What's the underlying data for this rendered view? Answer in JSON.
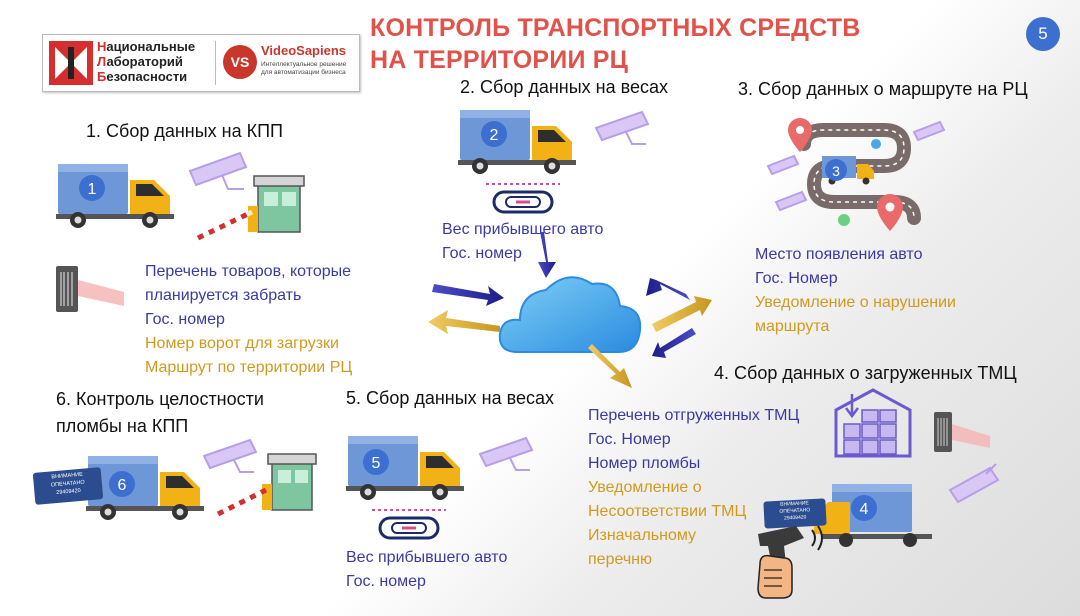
{
  "title": {
    "line1": "КОНТРОЛЬ ТРАНСПОРТНЫХ СРЕДСТВ",
    "line2": "НА ТЕРРИТОРИИ РЦ"
  },
  "slide_number": "5",
  "logo": {
    "nlb_lines": [
      "Национальные",
      "Лабораторий",
      "Безопасности"
    ],
    "nlb_initials": [
      "Н",
      "Л",
      "Б"
    ],
    "vs_mark": "VS",
    "vs_name": "VideoSapiens",
    "vs_tagline1": "Интеллектуальное решение",
    "vs_tagline2": "для автоматизации бизнеса"
  },
  "steps": [
    {
      "number": "1",
      "heading": "1. Сбор данных на КПП",
      "items": [
        {
          "text": "Перечень товаров, которые",
          "color": "blue"
        },
        {
          "text": "планируется забрать",
          "color": "blue"
        },
        {
          "text": "Гос. номер",
          "color": "blue"
        },
        {
          "text": "Номер ворот для загрузки",
          "color": "gold"
        },
        {
          "text": "Маршрут по территории РЦ",
          "color": "gold"
        }
      ]
    },
    {
      "number": "2",
      "heading": "2. Сбор данных на весах",
      "items": [
        {
          "text": "Вес прибывшего авто",
          "color": "blue"
        },
        {
          "text": "Гос. номер",
          "color": "blue"
        }
      ]
    },
    {
      "number": "3",
      "heading": "3. Сбор данных о маршруте на РЦ",
      "items": [
        {
          "text": "Место появления авто",
          "color": "blue"
        },
        {
          "text": "Гос. Номер",
          "color": "blue"
        },
        {
          "text": "Уведомление о нарушении",
          "color": "gold"
        },
        {
          "text": "маршрута",
          "color": "gold"
        }
      ]
    },
    {
      "number": "4",
      "heading": "4. Сбор данных  о загруженных ТМЦ",
      "items": [
        {
          "text": "Перечень отгруженных ТМЦ",
          "color": "blue"
        },
        {
          "text": "Гос. Номер",
          "color": "blue"
        },
        {
          "text": "Номер пломбы",
          "color": "blue"
        },
        {
          "text": "Уведомление о",
          "color": "gold"
        },
        {
          "text": "Несоответствии ТМЦ",
          "color": "gold"
        },
        {
          "text": "Изначальному",
          "color": "gold"
        },
        {
          "text": "перечню",
          "color": "gold"
        }
      ]
    },
    {
      "number": "5",
      "heading": "5. Сбор данных на весах",
      "items": [
        {
          "text": "Вес прибывшего авто",
          "color": "blue"
        },
        {
          "text": "Гос. номер",
          "color": "blue"
        }
      ]
    },
    {
      "number": "6",
      "heading_lines": [
        "6. Контроль целостности",
        "пломбы  на КПП"
      ],
      "items": []
    }
  ],
  "seal_tag_lines": [
    "ВНИМАНИЕ",
    "ОПЕЧАТАНО",
    "29409420"
  ],
  "colors": {
    "title": "#e0524a",
    "blue_text": "#3b3aa3",
    "gold_text": "#d19a1e",
    "badge": "#3d6fd1",
    "truck_body": "#6d97d6",
    "cab": "#f2b215",
    "arrow_blue": "#2c2c9e",
    "arrow_gold": "#e0b036",
    "cloud": "#3aa4e8"
  },
  "icons": [
    "truck-icon",
    "camera-icon",
    "checkpoint-icon",
    "barcode-scanner-icon",
    "cloud-icon",
    "scale-icon",
    "route-map-icon",
    "warehouse-icon",
    "hand-scanner-icon",
    "seal-tag-icon"
  ]
}
